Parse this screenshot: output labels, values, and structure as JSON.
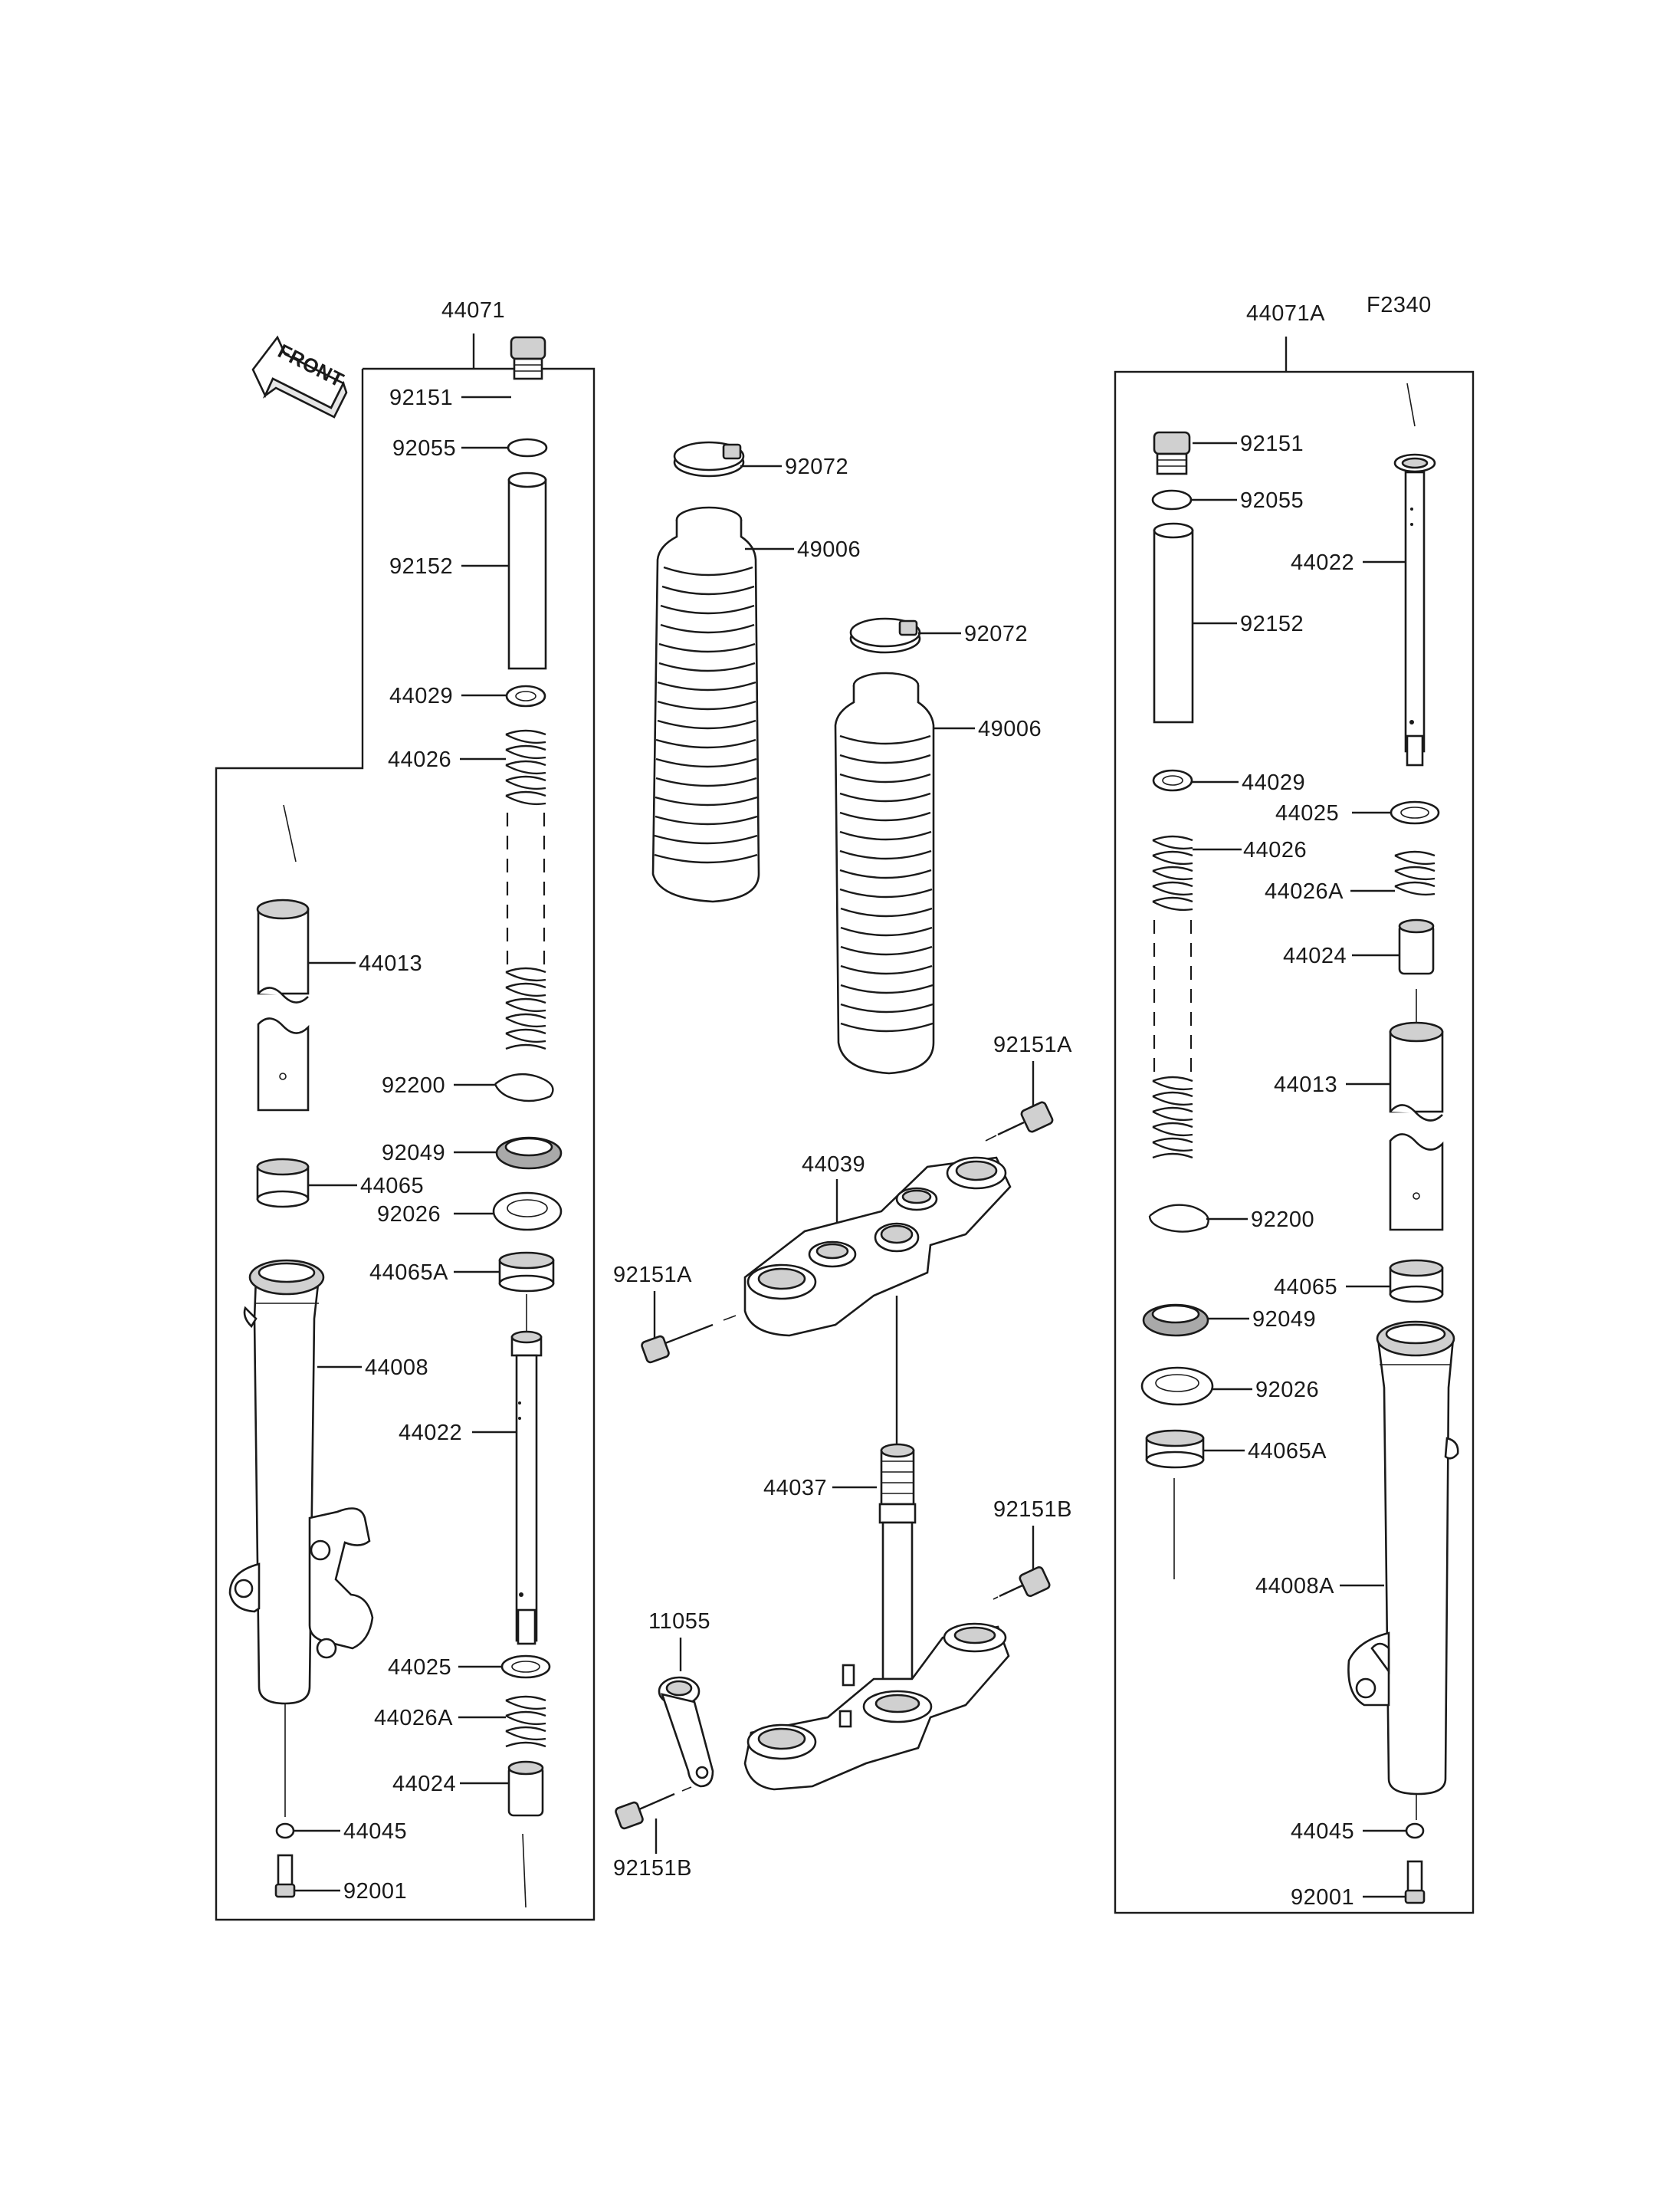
{
  "figure_code": "F2340",
  "front_label": "FRONT",
  "assemblies": {
    "left": "44071",
    "right": "44071A"
  },
  "labels": {
    "l_92151": "92151",
    "l_92055": "92055",
    "l_92152": "92152",
    "l_44029": "44029",
    "l_44026": "44026",
    "l_44013": "44013",
    "l_92200": "92200",
    "l_92049": "92049",
    "l_44065": "44065",
    "l_92026": "92026",
    "l_44065A": "44065A",
    "l_44008": "44008",
    "l_44022": "44022",
    "l_44025": "44025",
    "l_44026A": "44026A",
    "l_44024": "44024",
    "l_44045": "44045",
    "l_92001": "92001",
    "c_92072a": "92072",
    "c_49006a": "49006",
    "c_92072b": "92072",
    "c_49006b": "49006",
    "c_92151A_top": "92151A",
    "c_44039": "44039",
    "c_92151A_left": "92151A",
    "c_44037": "44037",
    "c_92151B_right": "92151B",
    "c_11055": "11055",
    "c_92151B_bottom": "92151B",
    "r_92151": "92151",
    "r_92055": "92055",
    "r_44022": "44022",
    "r_92152": "92152",
    "r_44029": "44029",
    "r_44025": "44025",
    "r_44026": "44026",
    "r_44026A": "44026A",
    "r_44024": "44024",
    "r_44013": "44013",
    "r_92200": "92200",
    "r_44065": "44065",
    "r_92049": "92049",
    "r_92026": "92026",
    "r_44065A": "44065A",
    "r_44008A": "44008A",
    "r_44045": "44045",
    "r_92001": "92001"
  }
}
